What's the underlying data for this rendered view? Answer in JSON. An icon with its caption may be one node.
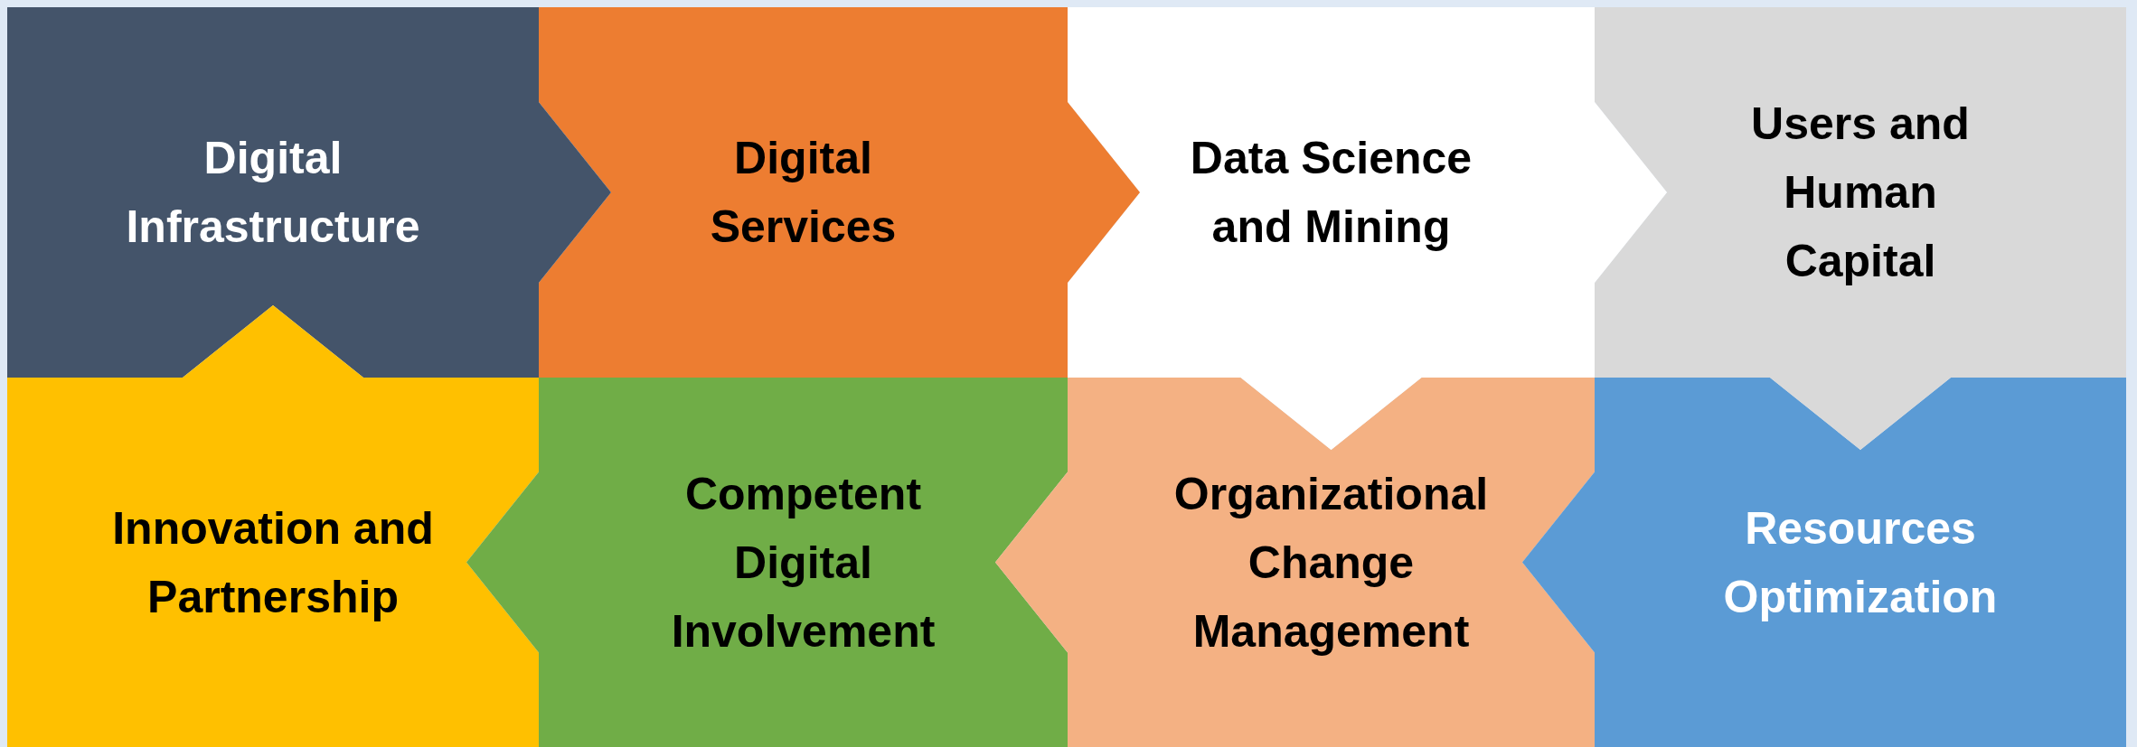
{
  "diagram": {
    "nodes": [
      {
        "text": [
          "Digital Infrastructure"
        ]
      },
      {
        "text": [
          "Digital Services"
        ]
      },
      {
        "text": [
          "Data Science and Mining"
        ]
      },
      {
        "text": [
          "Users and Human Capital"
        ]
      },
      {
        "text": [
          "Innovation and Partnership"
        ]
      },
      {
        "text": [
          "Competent Digital Involvement"
        ]
      },
      {
        "text": [
          "Organizational Change Management"
        ]
      },
      {
        "text": [
          "Resources Optimization"
        ]
      }
    ],
    "edges": [
      {
        "from": 0,
        "to": 1,
        "arrow": "to"
      },
      {
        "from": 1,
        "to": 2,
        "arrow": "to"
      },
      {
        "from": 2,
        "to": 3,
        "arrow": "to"
      },
      {
        "from": 2,
        "to": 6,
        "arrow": "to"
      },
      {
        "from": 3,
        "to": 7,
        "arrow": "to"
      },
      {
        "from": 7,
        "to": 6,
        "arrow": "to"
      },
      {
        "from": 6,
        "to": 5,
        "arrow": "to"
      },
      {
        "from": 5,
        "to": 4,
        "arrow": "to"
      },
      {
        "from": 4,
        "to": 0,
        "arrow": "to"
      }
    ]
  }
}
